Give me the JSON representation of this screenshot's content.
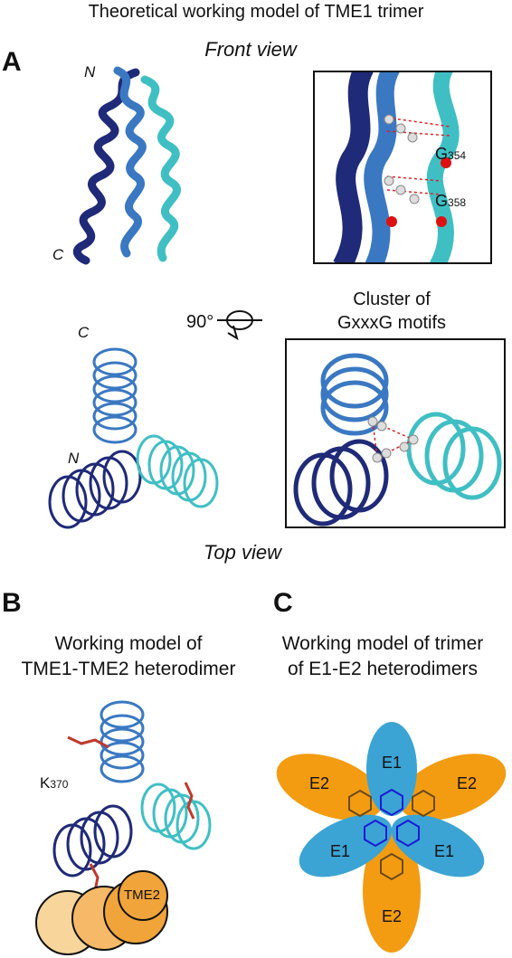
{
  "figure": {
    "main_title": "Theoretical working model of TME1 trimer",
    "panel_a": {
      "letter": "A",
      "front_view": "Front view",
      "top_view": "Top view",
      "n_label": "N",
      "c_label": "C",
      "rotation": "90°",
      "cluster_line1": "Cluster of",
      "cluster_line2": "GxxxG motifs",
      "g354": "G",
      "g354_sub": "354",
      "g358": "G",
      "g358_sub": "358"
    },
    "panel_b": {
      "letter": "B",
      "line1": "Working model of",
      "line2": "TME1-TME2 heterodimer",
      "k370": "K",
      "k370_sub": "370",
      "tme2": "TME2"
    },
    "panel_c": {
      "letter": "C",
      "line1": "Working model of trimer",
      "line2": "of E1-E2 heterodimers",
      "e1": "E1",
      "e2": "E2"
    },
    "colors": {
      "navy": "#1f2a78",
      "blue": "#3a78c2",
      "teal": "#3fbfc4",
      "orange": "#f39c12",
      "skyblue": "#3ba4d4"
    }
  }
}
